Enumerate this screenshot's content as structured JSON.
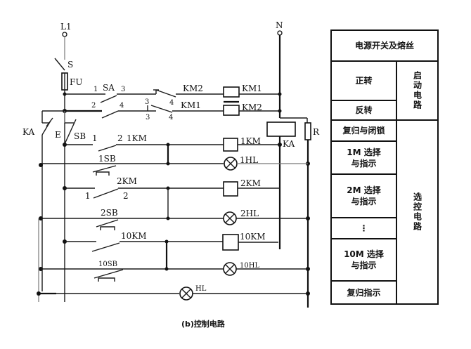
{
  "diagram": {
    "caption": "(b)控制电路",
    "terminals": {
      "line": "L1",
      "neutral": "N"
    },
    "components": {
      "switch": "S",
      "fuse": "FU",
      "selector_switch": "SA",
      "sa_contacts": [
        "1",
        "3",
        "2",
        "4"
      ],
      "interlock_km2": "KM2",
      "interlock_km1": "KM1",
      "interlock_contacts": [
        "3",
        "4",
        "3",
        "4"
      ],
      "coil_km1": "KM1",
      "coil_km2": "KM2",
      "relay_contact_ka": "KA",
      "estop": "E",
      "stop_button": "SB",
      "relay_coil_ka": "KA",
      "resistor": "R",
      "row1_contact": "1KM",
      "row1_nums": [
        "1",
        "2"
      ],
      "row1_coil": "1KM",
      "row1_button": "1SB",
      "row1_lamp": "1HL",
      "row2_contact": "2KM",
      "row2_nums": [
        "1",
        "2"
      ],
      "row2_coil": "2KM",
      "row2_button": "2SB",
      "row2_lamp": "2HL",
      "row10_contact": "10KM",
      "row10_coil": "10KM",
      "row10_button": "10SB",
      "row10_lamp": "10HL",
      "reset_lamp": "HL"
    },
    "legend_table": {
      "power": "电源开关及熔丝",
      "forward": "正转",
      "reverse": "反转",
      "start_circuit": "启动电路",
      "reset_lock": "复归与闭锁",
      "m1": "1M 选择\n与指示",
      "m2": "2M 选择\n与指示",
      "ellipsis": "⋮",
      "m10": "10M 选择\n与指示",
      "reset_indicate": "复归指示",
      "select_circuit": "选控电路"
    }
  }
}
